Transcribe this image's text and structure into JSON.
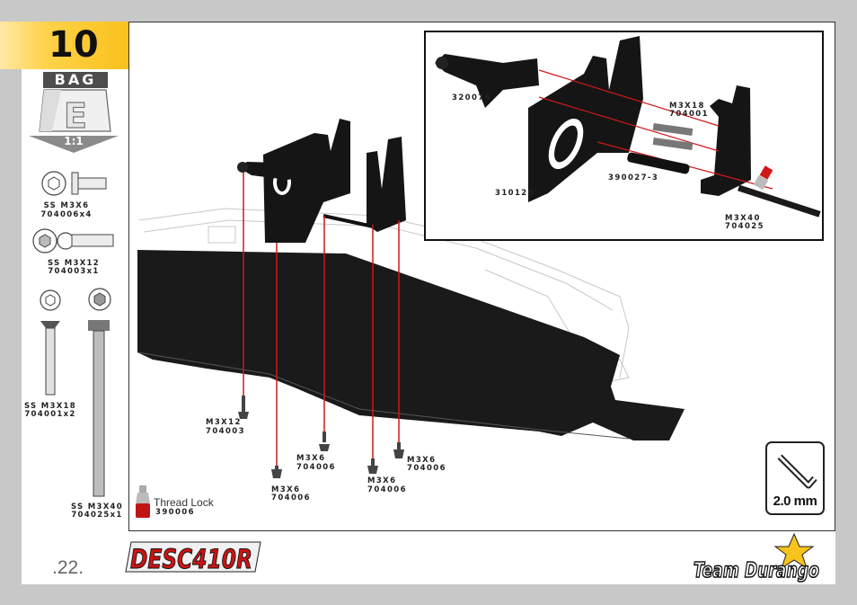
{
  "step": {
    "number": "10"
  },
  "bag": {
    "label": "BAG",
    "letter": "E",
    "scale": "1:1"
  },
  "hardware": [
    {
      "name": "SS M3X6",
      "code": "704006x4"
    },
    {
      "name": "SS M3X12",
      "code": "704003x1"
    },
    {
      "name": "SS M3X18",
      "code": "704001x2"
    },
    {
      "name": "SS M3X40",
      "code": "704025x1"
    }
  ],
  "inset_parts": {
    "arm": "320076",
    "mount_left": "310129",
    "pin": "390027-3",
    "screw_m3x18": {
      "name": "M3X18",
      "code": "704001"
    },
    "screw_m3x40": {
      "name": "M3X40",
      "code": "704025"
    }
  },
  "main_screws": [
    {
      "name": "M3X12",
      "code": "704003"
    },
    {
      "name": "M3X6",
      "code": "704006"
    },
    {
      "name": "M3X6",
      "code": "704006"
    },
    {
      "name": "M3X6",
      "code": "704006"
    },
    {
      "name": "M3X6",
      "code": "704006"
    }
  ],
  "thread_lock": {
    "label": "Thread Lock",
    "code": "390006"
  },
  "tool": {
    "size": "2.0 mm"
  },
  "footer": {
    "page": ".22.",
    "product_logo": "DESC410R",
    "brand_logo": "Team Durango"
  },
  "colors": {
    "accent": "#f9c21c",
    "guide_lines": "#d01818"
  }
}
